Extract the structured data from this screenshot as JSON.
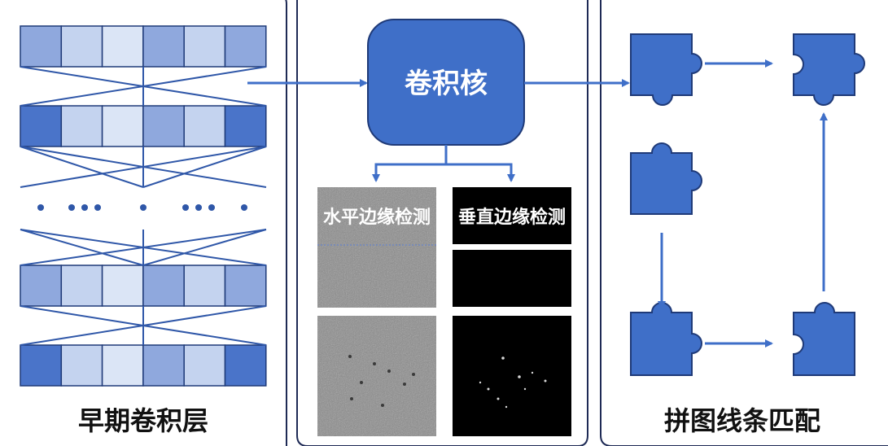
{
  "panels": {
    "left_caption": "早期卷积层",
    "middle": {
      "kernel_label": "卷积核",
      "horizontal_label": "水平边缘检测",
      "vertical_label": "垂直边缘检测"
    },
    "right_caption": "拼图线条匹配"
  },
  "colors": {
    "accent": "#3f6fc8",
    "dark_cell": "#4a74c9",
    "mid_cell": "#8fa8dd",
    "light_cell": "#c4d3ef",
    "lightest_cell": "#dbe5f6",
    "border": "#1f3a78",
    "frame": "#1e2a55",
    "noise_bg": "#8a8a8a",
    "black": "#000000"
  },
  "left_layers": [
    [
      "mid",
      "light",
      "lightest",
      "mid",
      "light",
      "mid"
    ],
    [
      "dark",
      "light",
      "lightest",
      "mid",
      "light",
      "dark"
    ],
    [
      "mid",
      "light",
      "lightest",
      "mid",
      "light",
      "mid"
    ],
    [
      "dark",
      "light",
      "lightest",
      "mid",
      "light",
      "dark"
    ]
  ]
}
